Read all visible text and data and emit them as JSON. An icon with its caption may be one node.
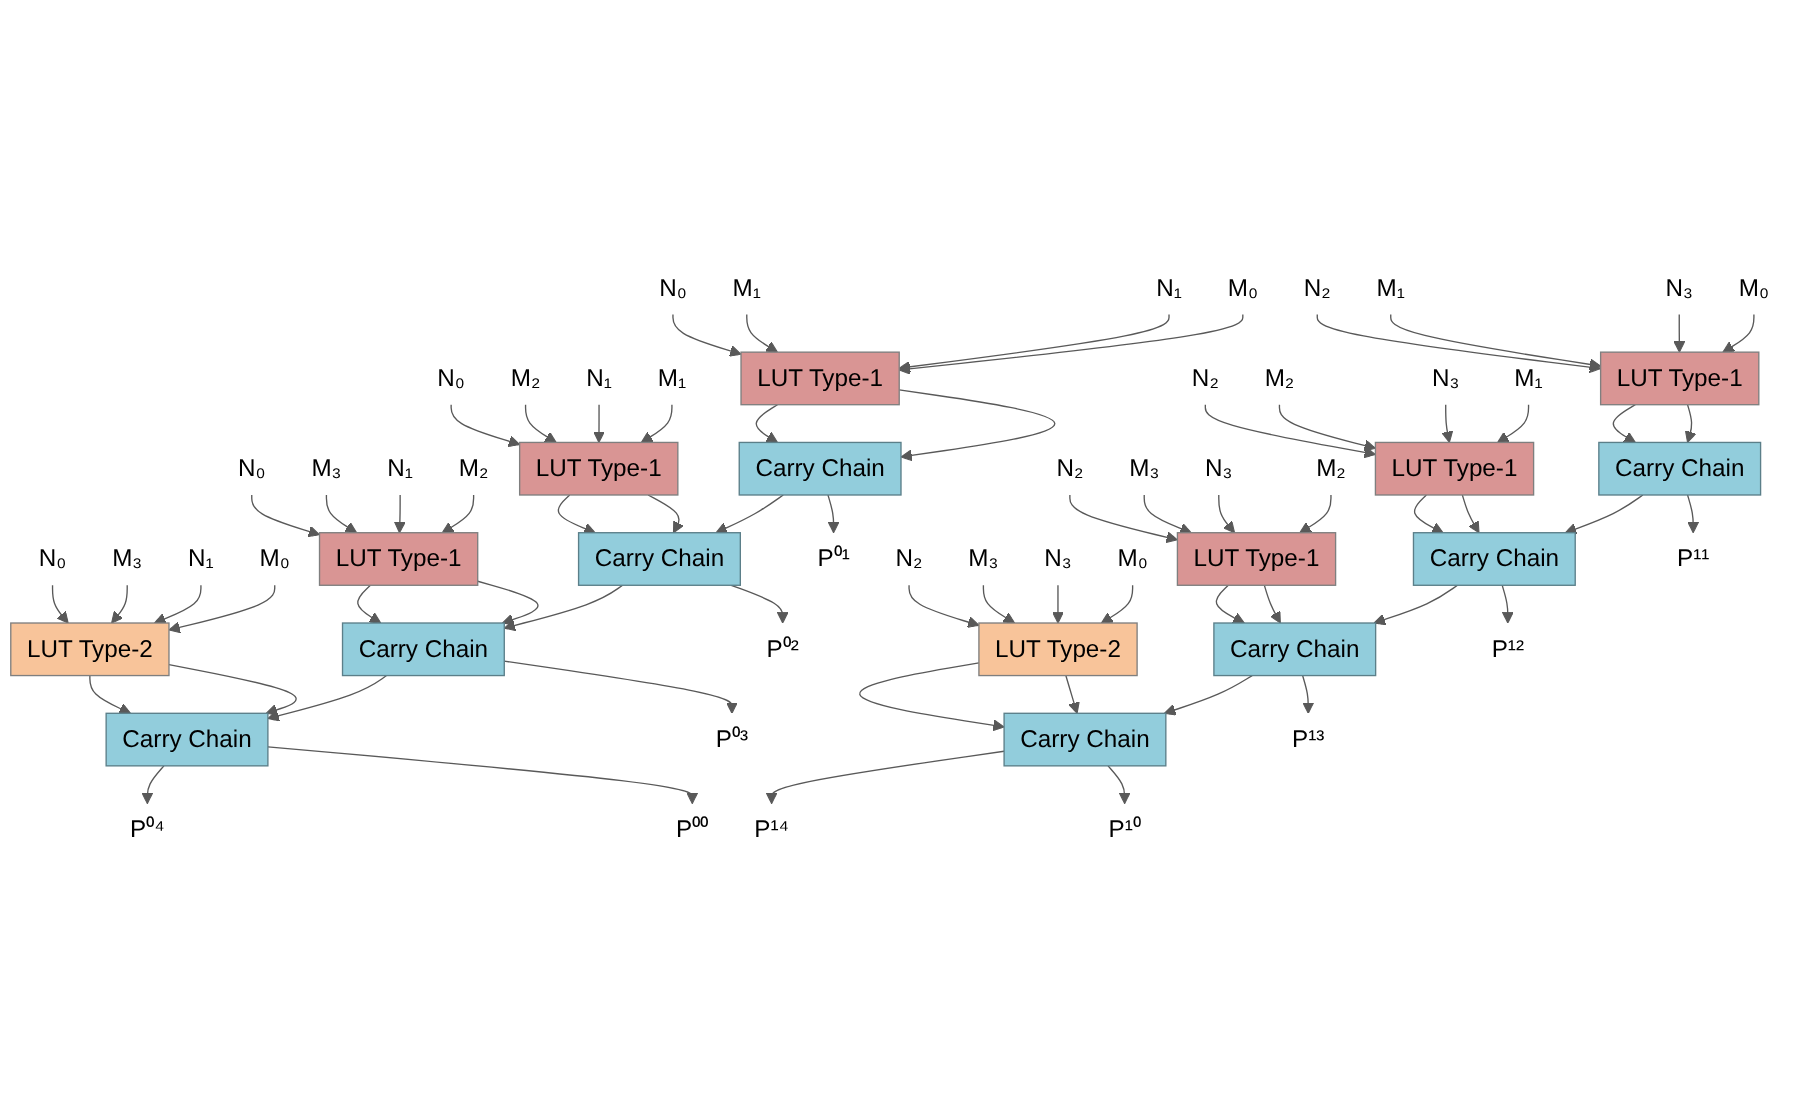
{
  "diagram": {
    "nodes": [
      {
        "text": [
          "N₀"
        ]
      },
      {
        "text": [
          "M₃"
        ]
      },
      {
        "text": [
          "N₁"
        ]
      },
      {
        "text": [
          "M₀"
        ]
      },
      {
        "text": [
          "N₀"
        ]
      },
      {
        "text": [
          "M₃"
        ]
      },
      {
        "text": [
          "N₁"
        ]
      },
      {
        "text": [
          "M₂"
        ]
      },
      {
        "text": [
          "N₀"
        ]
      },
      {
        "text": [
          "M₂"
        ]
      },
      {
        "text": [
          "N₁"
        ]
      },
      {
        "text": [
          "M₁"
        ]
      },
      {
        "text": [
          "N₀"
        ]
      },
      {
        "text": [
          "M₁"
        ]
      },
      {
        "text": [
          "N₁"
        ]
      },
      {
        "text": [
          "M₀"
        ]
      },
      {
        "text": [
          "LUT Type-2"
        ]
      },
      {
        "text": [
          "LUT Type-1"
        ]
      },
      {
        "text": [
          "LUT Type-1"
        ]
      },
      {
        "text": [
          "LUT Type-1"
        ]
      },
      {
        "text": [
          "Carry Chain"
        ]
      },
      {
        "text": [
          "Carry Chain"
        ]
      },
      {
        "text": [
          "Carry Chain"
        ]
      },
      {
        "text": [
          "Carry Chain"
        ]
      },
      {
        "text": [
          "P⁰⁴"
        ]
      },
      {
        "text": [
          "P⁰³"
        ]
      },
      {
        "text": [
          "P⁰²"
        ]
      },
      {
        "text": [
          "P⁰¹"
        ]
      },
      {
        "text": [
          "P⁰⁰"
        ]
      },
      {
        "text": [
          "N₂"
        ]
      },
      {
        "text": [
          "M₃"
        ]
      },
      {
        "text": [
          "N₃"
        ]
      },
      {
        "text": [
          "M₀"
        ]
      },
      {
        "text": [
          "N₂"
        ]
      },
      {
        "text": [
          "M₃"
        ]
      },
      {
        "text": [
          "N₃"
        ]
      },
      {
        "text": [
          "M₂"
        ]
      },
      {
        "text": [
          "N₂"
        ]
      },
      {
        "text": [
          "M₂"
        ]
      },
      {
        "text": [
          "N₃"
        ]
      },
      {
        "text": [
          "M₁"
        ]
      },
      {
        "text": [
          "N₂"
        ]
      },
      {
        "text": [
          "M₁"
        ]
      },
      {
        "text": [
          "N₃"
        ]
      },
      {
        "text": [
          "M₀"
        ]
      },
      {
        "text": [
          "LUT Type-2"
        ]
      },
      {
        "text": [
          "LUT Type-1"
        ]
      },
      {
        "text": [
          "LUT Type-1"
        ]
      },
      {
        "text": [
          "LUT Type-1"
        ]
      },
      {
        "text": [
          "Carry Chain"
        ]
      },
      {
        "text": [
          "Carry Chain"
        ]
      },
      {
        "text": [
          "Carry Chain"
        ]
      },
      {
        "text": [
          "Carry Chain"
        ]
      },
      {
        "text": [
          "P¹⁴"
        ]
      },
      {
        "text": [
          "P¹³"
        ]
      },
      {
        "text": [
          "P¹²"
        ]
      },
      {
        "text": [
          "P¹¹"
        ]
      },
      {
        "text": [
          "P¹⁰"
        ]
      }
    ],
    "edges": [
      {
        "from": 0,
        "to": 16,
        "arrow": "to"
      },
      {
        "from": 1,
        "to": 16,
        "arrow": "to"
      },
      {
        "from": 2,
        "to": 16,
        "arrow": "to"
      },
      {
        "from": 3,
        "to": 16,
        "arrow": "to"
      },
      {
        "from": 4,
        "to": 17,
        "arrow": "to"
      },
      {
        "from": 5,
        "to": 17,
        "arrow": "to"
      },
      {
        "from": 6,
        "to": 17,
        "arrow": "to"
      },
      {
        "from": 7,
        "to": 17,
        "arrow": "to"
      },
      {
        "from": 8,
        "to": 18,
        "arrow": "to"
      },
      {
        "from": 9,
        "to": 18,
        "arrow": "to"
      },
      {
        "from": 10,
        "to": 18,
        "arrow": "to"
      },
      {
        "from": 11,
        "to": 18,
        "arrow": "to"
      },
      {
        "from": 12,
        "to": 19,
        "arrow": "to"
      },
      {
        "from": 13,
        "to": 19,
        "arrow": "to"
      },
      {
        "from": 14,
        "to": 19,
        "arrow": "to"
      },
      {
        "from": 15,
        "to": 19,
        "arrow": "to"
      },
      {
        "from": 16,
        "to": 20,
        "arrow": "to"
      },
      {
        "from": 16,
        "to": 20,
        "arrow": "to"
      },
      {
        "from": 17,
        "to": 21,
        "arrow": "to"
      },
      {
        "from": 17,
        "to": 21,
        "arrow": "to"
      },
      {
        "from": 18,
        "to": 22,
        "arrow": "to"
      },
      {
        "from": 18,
        "to": 22,
        "arrow": "to"
      },
      {
        "from": 19,
        "to": 23,
        "arrow": "to"
      },
      {
        "from": 19,
        "to": 23,
        "arrow": "to"
      },
      {
        "from": 23,
        "to": 22,
        "arrow": "to"
      },
      {
        "from": 22,
        "to": 21,
        "arrow": "to"
      },
      {
        "from": 21,
        "to": 20,
        "arrow": "to"
      },
      {
        "from": 20,
        "to": 24,
        "arrow": "to"
      },
      {
        "from": 21,
        "to": 25,
        "arrow": "to"
      },
      {
        "from": 22,
        "to": 26,
        "arrow": "to"
      },
      {
        "from": 23,
        "to": 27,
        "arrow": "to"
      },
      {
        "from": 20,
        "to": 28,
        "arrow": "to"
      },
      {
        "from": 29,
        "to": 45,
        "arrow": "to"
      },
      {
        "from": 30,
        "to": 45,
        "arrow": "to"
      },
      {
        "from": 31,
        "to": 45,
        "arrow": "to"
      },
      {
        "from": 32,
        "to": 45,
        "arrow": "to"
      },
      {
        "from": 33,
        "to": 46,
        "arrow": "to"
      },
      {
        "from": 34,
        "to": 46,
        "arrow": "to"
      },
      {
        "from": 35,
        "to": 46,
        "arrow": "to"
      },
      {
        "from": 36,
        "to": 46,
        "arrow": "to"
      },
      {
        "from": 37,
        "to": 47,
        "arrow": "to"
      },
      {
        "from": 38,
        "to": 47,
        "arrow": "to"
      },
      {
        "from": 39,
        "to": 47,
        "arrow": "to"
      },
      {
        "from": 40,
        "to": 47,
        "arrow": "to"
      },
      {
        "from": 41,
        "to": 48,
        "arrow": "to"
      },
      {
        "from": 42,
        "to": 48,
        "arrow": "to"
      },
      {
        "from": 43,
        "to": 48,
        "arrow": "to"
      },
      {
        "from": 44,
        "to": 48,
        "arrow": "to"
      },
      {
        "from": 45,
        "to": 49,
        "arrow": "to"
      },
      {
        "from": 45,
        "to": 49,
        "arrow": "to"
      },
      {
        "from": 46,
        "to": 50,
        "arrow": "to"
      },
      {
        "from": 46,
        "to": 50,
        "arrow": "to"
      },
      {
        "from": 47,
        "to": 51,
        "arrow": "to"
      },
      {
        "from": 47,
        "to": 51,
        "arrow": "to"
      },
      {
        "from": 48,
        "to": 52,
        "arrow": "to"
      },
      {
        "from": 48,
        "to": 52,
        "arrow": "to"
      },
      {
        "from": 52,
        "to": 51,
        "arrow": "to"
      },
      {
        "from": 51,
        "to": 50,
        "arrow": "to"
      },
      {
        "from": 50,
        "to": 49,
        "arrow": "to"
      },
      {
        "from": 49,
        "to": 53,
        "arrow": "to"
      },
      {
        "from": 50,
        "to": 54,
        "arrow": "to"
      },
      {
        "from": 51,
        "to": 55,
        "arrow": "to"
      },
      {
        "from": 52,
        "to": 56,
        "arrow": "to"
      },
      {
        "from": 49,
        "to": 57,
        "arrow": "to"
      }
    ]
  }
}
